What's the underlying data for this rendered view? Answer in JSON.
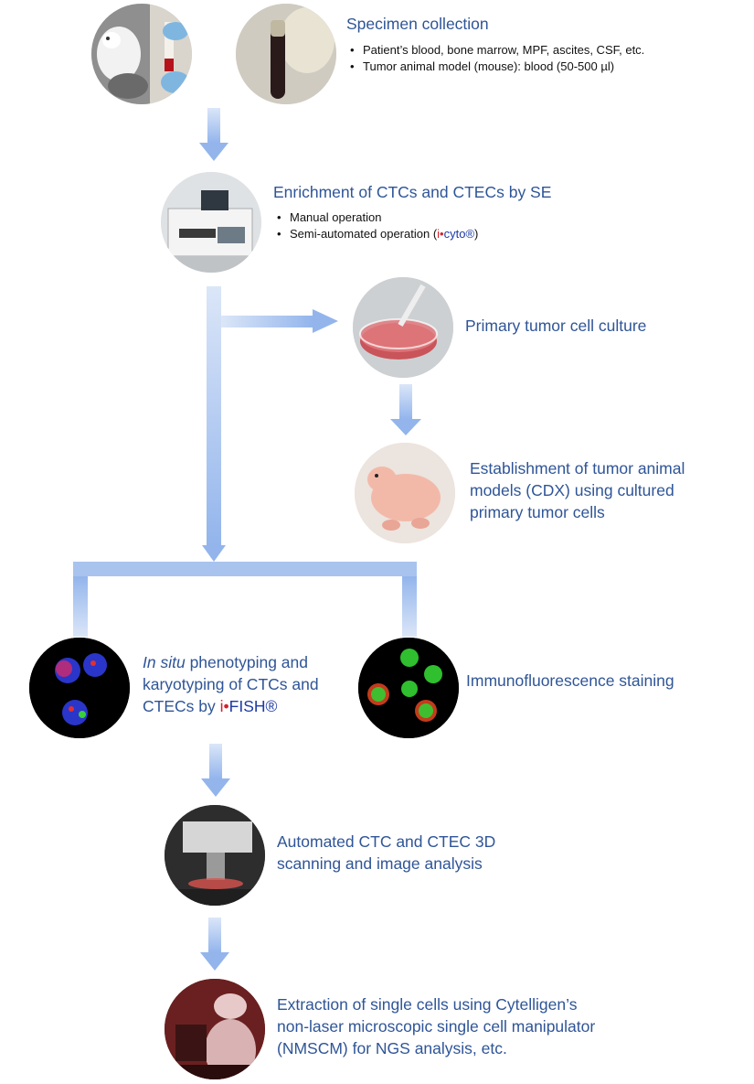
{
  "steps": {
    "specimen": {
      "title": "Specimen collection",
      "bullets": [
        "Patient’s blood, bone marrow, MPF, ascites, CSF,  etc.",
        "Tumor animal model (mouse): blood (50-500 µl)"
      ],
      "images": [
        "mouse-and-blood-tube-photo",
        "blood-tube-photo"
      ]
    },
    "enrichment": {
      "title": "Enrichment of CTCs and CTECs by SE",
      "bullet_manual": "Manual operation",
      "bullet_semi_prefix": "Semi-automated operation (",
      "bullet_semi_brand_i": "i",
      "bullet_semi_brand_dot": "•",
      "bullet_semi_brand_rest": "cyto®",
      "bullet_semi_suffix": ")",
      "image": "enrichment-instrument-photo"
    },
    "culture": {
      "title": "Primary tumor cell culture",
      "image": "petri-dish-photo"
    },
    "cdx": {
      "title_lines": [
        "Establishment of tumor animal",
        "models (CDX) using cultured",
        "primary tumor cells"
      ],
      "image": "nude-mouse-photo"
    },
    "fish": {
      "italic": "In situ",
      "line1_rest": " phenotyping and",
      "line2": "karyotyping of CTCs and",
      "line3_prefix": "CTECs by ",
      "brand_i": "i",
      "brand_dot": "•",
      "brand_rest": "FISH®",
      "image": "fish-cells-micrograph"
    },
    "if": {
      "title": "Immunofluorescence staining",
      "image": "immunofluorescence-micrograph"
    },
    "scanning": {
      "title_lines": [
        "Automated CTC and CTEC 3D",
        "scanning and image analysis"
      ],
      "image": "microscope-scanner-photo"
    },
    "extraction": {
      "title_lines": [
        "Extraction of single cells using Cytelligen’s",
        "non-laser microscopic single cell manipulator",
        "(NMSCM) for NGS analysis, etc."
      ],
      "image": "operator-at-microscope-photo"
    }
  },
  "colors": {
    "title_text": "#2f5597",
    "arrow": "#9dbbee",
    "brand_red": "#d4202a",
    "brand_blue": "#1d3aa6"
  }
}
